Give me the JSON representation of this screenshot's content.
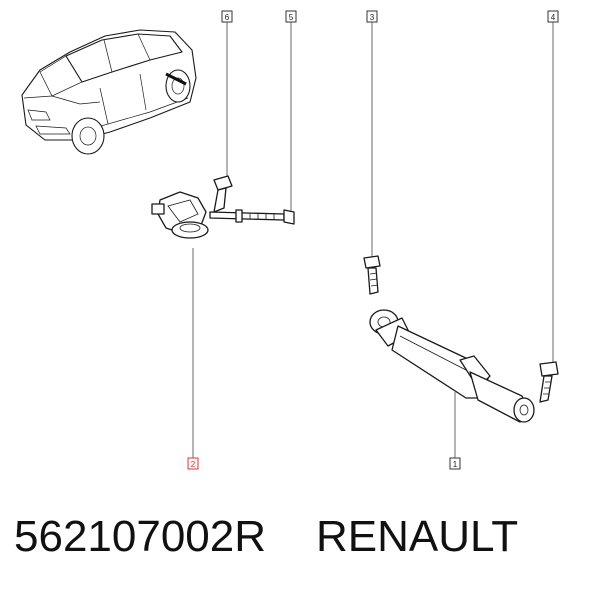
{
  "caption": {
    "part_number": "562107002R",
    "brand": "RENAULT"
  },
  "callouts": {
    "c6": "6",
    "c5": "5",
    "c3": "3",
    "c4": "4",
    "c2": "2",
    "c1": "1"
  },
  "colors": {
    "highlight": "#d43c3c",
    "line": "#1a1a1a"
  }
}
